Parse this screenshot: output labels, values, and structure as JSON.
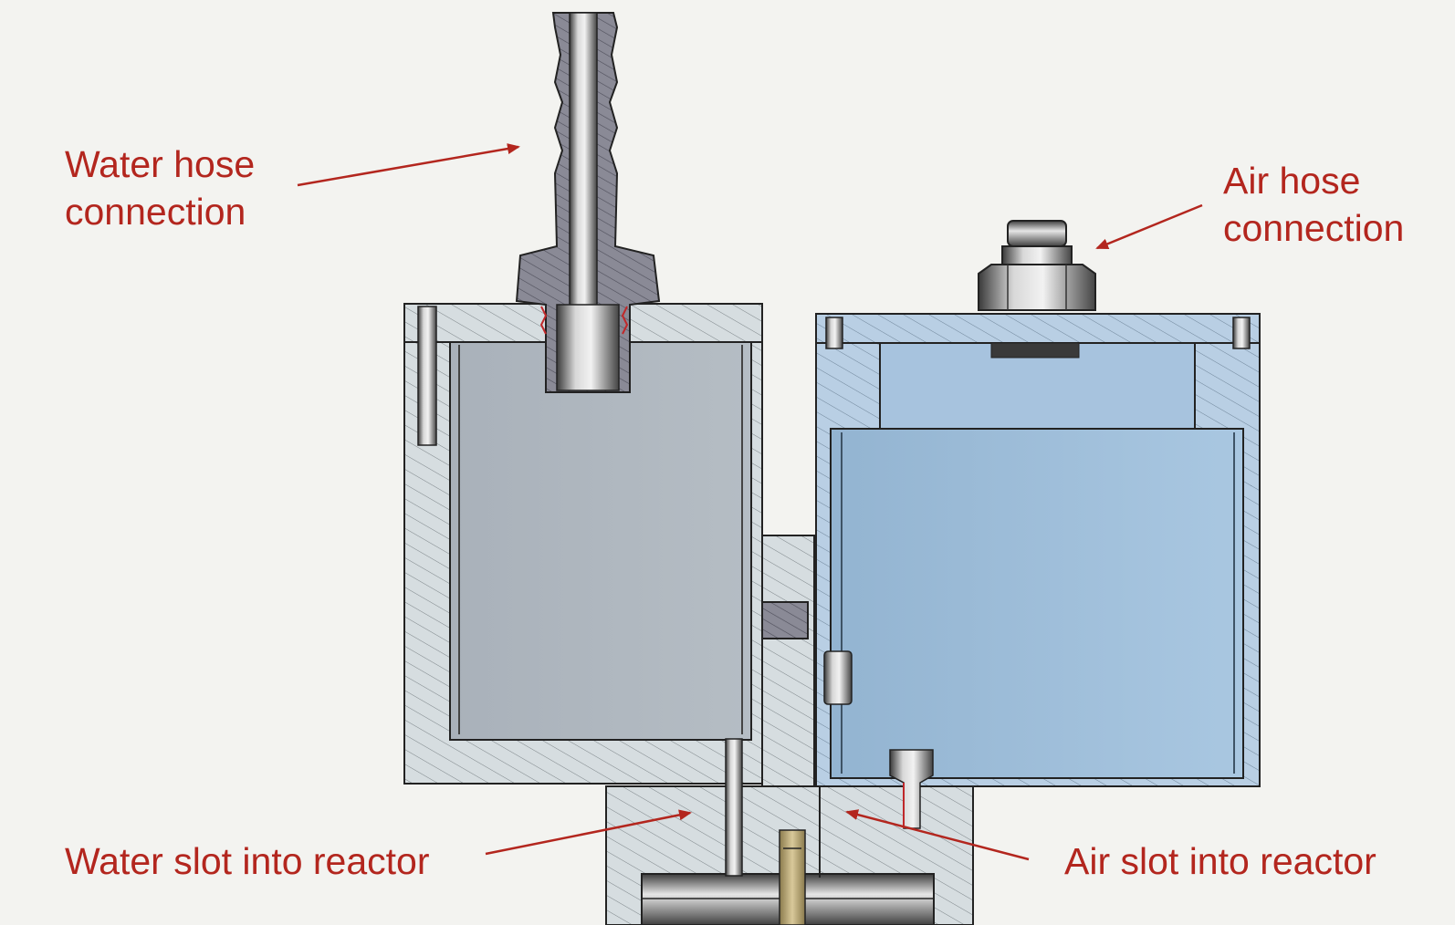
{
  "labels": {
    "water_hose": {
      "line1": "Water hose",
      "line2": "connection"
    },
    "air_hose": {
      "line1": "Air hose",
      "line2": "connection"
    },
    "water_slot": "Water slot into reactor",
    "air_slot": "Air slot into reactor"
  },
  "colors": {
    "label_red": "#b3261e",
    "background": "#f3f3f0",
    "water_chamber": "#b0b8c0",
    "air_chamber": "#9dbdd8",
    "housing_gray": "#d5dde0",
    "housing_blue": "#b6cde3"
  }
}
